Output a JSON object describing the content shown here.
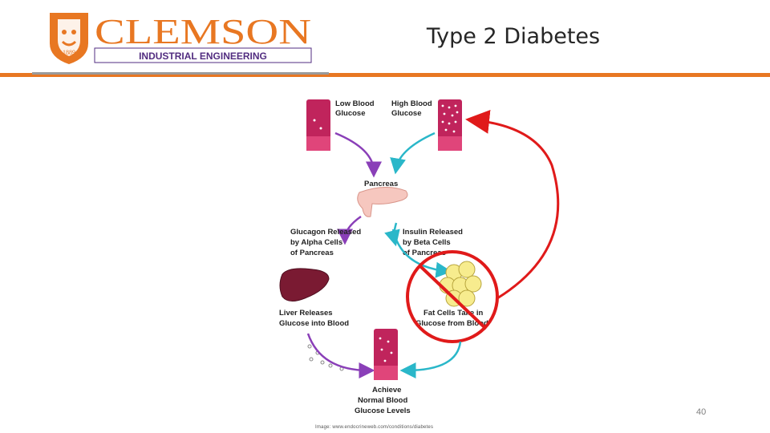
{
  "header": {
    "logo_name": "CLEMSON",
    "logo_dept": "INDUSTRIAL ENGINEERING",
    "logo_year": "1889",
    "title": "Type 2 Diabetes",
    "accent_color": "#e87722",
    "logo_purple": "#522d80"
  },
  "diagram": {
    "low_glucose": [
      "Low Blood",
      "Glucose"
    ],
    "high_glucose": [
      "High Blood",
      "Glucose"
    ],
    "pancreas": "Pancreas",
    "glucagon": [
      "Glucagon Released",
      "by Alpha Cells",
      "of Pancreas"
    ],
    "insulin": [
      "Insulin Released",
      "by Beta Cells",
      "of Pancreas"
    ],
    "liver": [
      "Liver Releases",
      "Glucose into Blood"
    ],
    "fat": [
      "Fat Cells Take in",
      "Glucose from Blood"
    ],
    "achieve": [
      "Achieve",
      "Normal Blood",
      "Glucose Levels"
    ],
    "icons": [
      "blood-tube-icon",
      "pancreas-icon",
      "liver-icon",
      "fat-cells-icon",
      "prohibited-icon"
    ]
  },
  "footer": {
    "page_number": "40",
    "image_credit": "Image: www.endocrineweb.com/conditions/diabetes"
  }
}
